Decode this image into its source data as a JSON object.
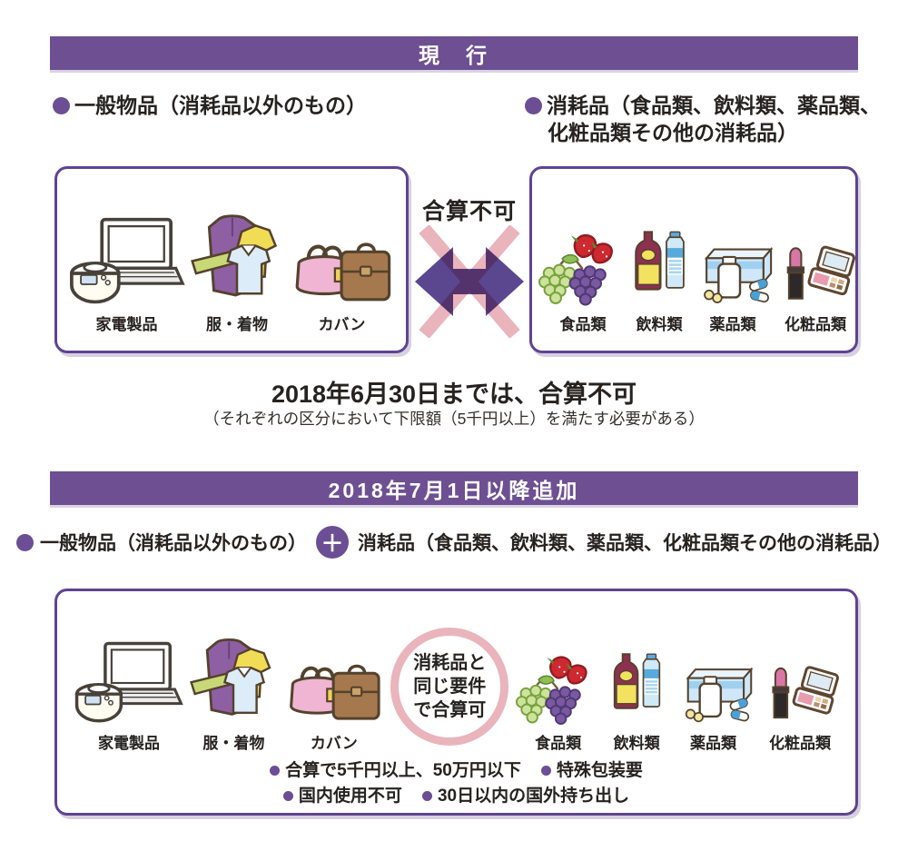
{
  "banners": {
    "current": "現　行",
    "added": "2018年7月1日以降追加"
  },
  "section_current": {
    "general_heading": "一般物品（消耗品以外のもの）",
    "consumable_heading_line1": "消耗品（食品類、飲料類、薬品類、",
    "consumable_heading_line2": "化粧品類その他の消耗品）",
    "no_combine_label": "合算不可",
    "general_items": [
      {
        "label": "家電製品",
        "icon": "appliances-icon"
      },
      {
        "label": "服・着物",
        "icon": "clothing-icon"
      },
      {
        "label": "カバン",
        "icon": "bag-icon"
      }
    ],
    "consumable_items": [
      {
        "label": "食品類",
        "icon": "food-icon"
      },
      {
        "label": "飲料類",
        "icon": "beverage-icon"
      },
      {
        "label": "薬品類",
        "icon": "medicine-icon"
      },
      {
        "label": "化粧品類",
        "icon": "cosmetics-icon"
      }
    ],
    "caption": "2018年6月30日までは、合算不可",
    "subcaption": "（それぞれの区分において下限額（5千円以上）を満たす必要がある）"
  },
  "section_added": {
    "general_heading": "一般物品（消耗品以外のもの）",
    "plus_sign": "＋",
    "consumable_heading": "消耗品（食品類、飲料類、薬品類、化粧品類その他の消耗品）",
    "combine_circle_lines": [
      "消耗品と",
      "同じ要件",
      "で合算可"
    ],
    "general_items": [
      {
        "label": "家電製品",
        "icon": "appliances-icon"
      },
      {
        "label": "服・着物",
        "icon": "clothing-icon"
      },
      {
        "label": "カバン",
        "icon": "bag-icon"
      }
    ],
    "consumable_items": [
      {
        "label": "食品類",
        "icon": "food-icon"
      },
      {
        "label": "飲料類",
        "icon": "beverage-icon"
      },
      {
        "label": "薬品類",
        "icon": "medicine-icon"
      },
      {
        "label": "化粧品類",
        "icon": "cosmetics-icon"
      }
    ],
    "conditions_line1": [
      "合算で5千円以上、50万円以下",
      "特殊包装要"
    ],
    "conditions_line2": [
      "国内使用不可",
      "30日以内の国外持ち出し"
    ]
  },
  "colors": {
    "banner_purple": "#6d4f92",
    "border_purple": "#5f4392",
    "bullet_purple": "#6b4e93",
    "arrow_purple": "#5b4790",
    "cross_pink": "#eab4bd",
    "circle_pink": "#eab4bd",
    "text_dark": "#262220"
  }
}
